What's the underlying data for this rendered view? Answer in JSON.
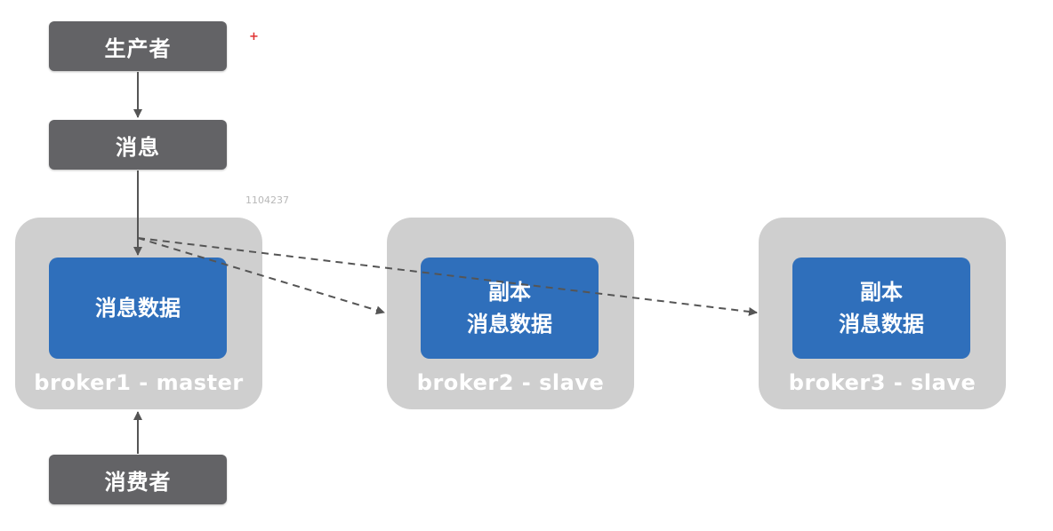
{
  "producer": {
    "label": "生产者"
  },
  "message": {
    "label": "消息"
  },
  "consumer": {
    "label": "消费者"
  },
  "brokers": [
    {
      "inner_line1": "",
      "inner_line2": "消息数据",
      "label": "broker1 - master"
    },
    {
      "inner_line1": "副本",
      "inner_line2": "消息数据",
      "label": "broker2 - slave"
    },
    {
      "inner_line1": "副本",
      "inner_line2": "消息数据",
      "label": "broker3 - slave"
    }
  ],
  "watermark": "1104237",
  "marker": "+",
  "colors": {
    "gray_box": "#636366",
    "broker_bg": "#cfcfcf",
    "blue_box": "#2f6fbb",
    "arrow": "#555555"
  }
}
